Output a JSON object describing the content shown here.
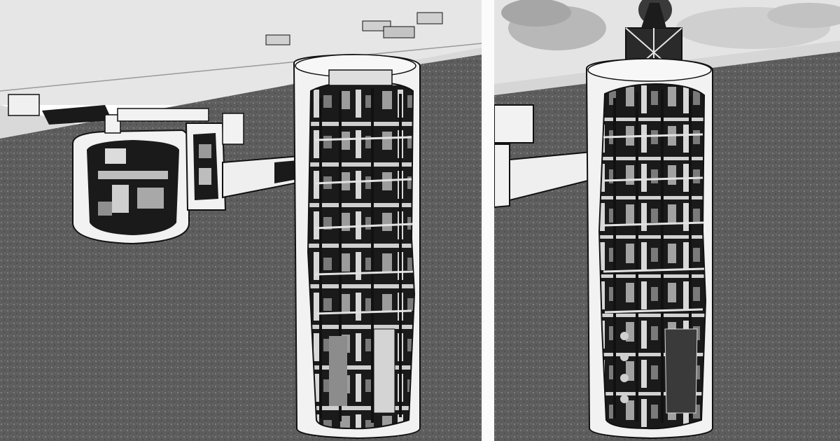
{
  "figure": {
    "panels": [
      {
        "id": "left",
        "depicts": "silo-with-launch-control-center",
        "tone": "grayscale"
      },
      {
        "id": "right",
        "depicts": "silo-during-launch",
        "tone": "grayscale"
      }
    ],
    "colors": {
      "sky": "#e6e6e6",
      "soil": "#5d5d5d",
      "soil_speckle": "#8a8a8a",
      "concrete": "#f2f2f2",
      "interior": "#1a1a1a",
      "steel": "#ededed",
      "outline": "#111111",
      "smoke": "#b8b8b8"
    }
  }
}
